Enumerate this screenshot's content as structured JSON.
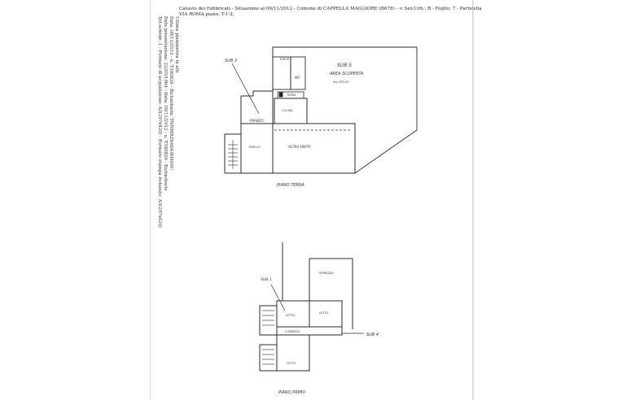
{
  "header": {
    "line1": "Catasto dei Fabbricati - Situazione al 09/11/2012 - Comune di CAPPELLA MAGGIORE (B678) - < Sez.Urb.: B - Foglio: 7 - Particella",
    "line2": "VIA ROMA piano: T-1-2;"
  },
  "vertical_note": {
    "line1": "Ultima planimetria in atti",
    "line2": "Data: 09/11/2012 - n. T380826 - Richiedente: TNNMRZ64D44H400U",
    "line3": "Data presentazione: 22/05/1964 - Data: 09/11/2012 - n. T380826 - Richiedente",
    "line4": "Tot.schede: 1 - Formato di acquisizione: A3(297x420) - Formato stampa richiesto: A3(297x420)"
  },
  "ground_floor": {
    "title": "PIANO TERRA",
    "labels": {
      "sub3": "SUB 3",
      "sub5": "SUB 5",
      "area_scoperta": "AREA SCOPERTA",
      "area_mq": "mq 470,00",
      "ripost": "RIPOST.",
      "wc": "WC",
      "terra": "TERRA",
      "cucina": "CUCINA",
      "pranzo": "PRANZO",
      "tinello": "TINELLO",
      "altra_unita": "ALTRA UNITA'"
    }
  },
  "first_floor": {
    "title": "PIANO PRIMO",
    "labels": {
      "sub3": "SUB 3",
      "sub4": "SUB 4",
      "terrazza": "TERRAZZA",
      "letto1": "LETTO",
      "letto2": "LETTO",
      "letto3": "LETTO",
      "corridoio": "CORRIDOIO"
    }
  },
  "colors": {
    "ink": "#333333",
    "paper": "#ffffff",
    "border": "#bdbdbd"
  }
}
